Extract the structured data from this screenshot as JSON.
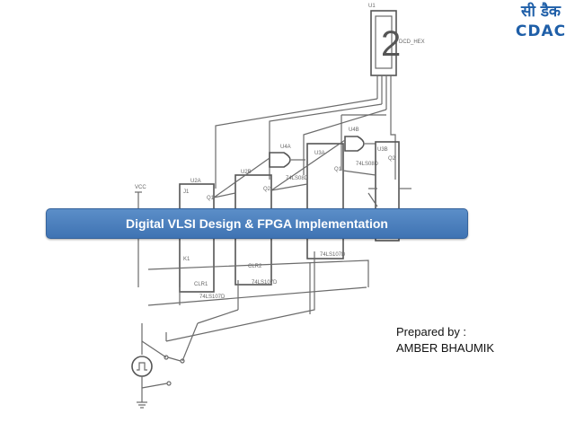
{
  "logo": {
    "hindi_text": "सी डैक",
    "latin_text": "CDAC",
    "brand_color": "#1f5fa8"
  },
  "title": "Digital VLSI Design & FPGA Implementation",
  "prepared_by": {
    "label": "Prepared by :",
    "name": "AMBER BHAUMIK"
  },
  "circuit": {
    "display_digit": "2",
    "labels": {
      "display_ref": "U1",
      "display_part": "DCD_HEX",
      "vcc": "VCC",
      "ff1": "U2A",
      "ff2": "U2B",
      "ff3": "U3A",
      "ff4": "U3B",
      "gate1": "U4A",
      "gate2": "U4B",
      "ff_part": "74LS107D",
      "gate_part": "74LS08D",
      "clr1": "CLR1",
      "clr2": "CLR2"
    }
  },
  "colors": {
    "banner": "#4a7fbe",
    "banner_text": "#ffffff",
    "line": "#6b6b6b"
  }
}
